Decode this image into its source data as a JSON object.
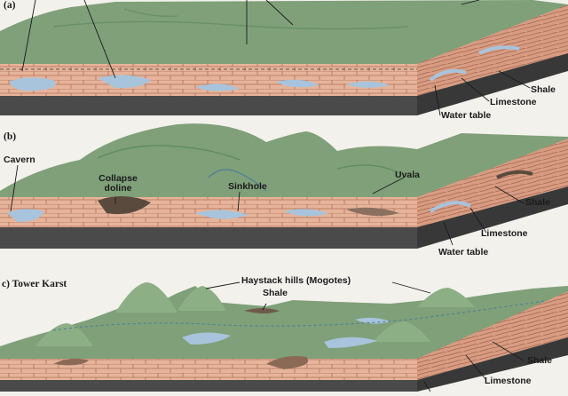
{
  "panels": {
    "a": {
      "tag": "(a)",
      "labels": {
        "shale": "Shale",
        "limestone": "Limestone",
        "water_table": "Water table"
      }
    },
    "b": {
      "tag": "(b)",
      "labels": {
        "cavern": "Cavern",
        "collapse_doline": "Collapse\ndoline",
        "sinkhole": "Sinkhole",
        "uvala": "Uvala",
        "shale": "Shale",
        "limestone": "Limestone",
        "water_table": "Water table"
      }
    },
    "c": {
      "tag": "c) Tower Karst",
      "labels": {
        "haystack_hills": "Haystack hills (Mogotes)",
        "shale": "Shale",
        "shale_right": "Shale",
        "limestone": "Limestone"
      }
    }
  },
  "colors": {
    "grass": "#7fa079",
    "grass_dark": "#5f8a5e",
    "limestone": "#e6b49a",
    "limestone_line": "#b0705a",
    "shale": "#4a4a4a",
    "water": "#a8c4dc",
    "background": "#f3f1ec"
  }
}
